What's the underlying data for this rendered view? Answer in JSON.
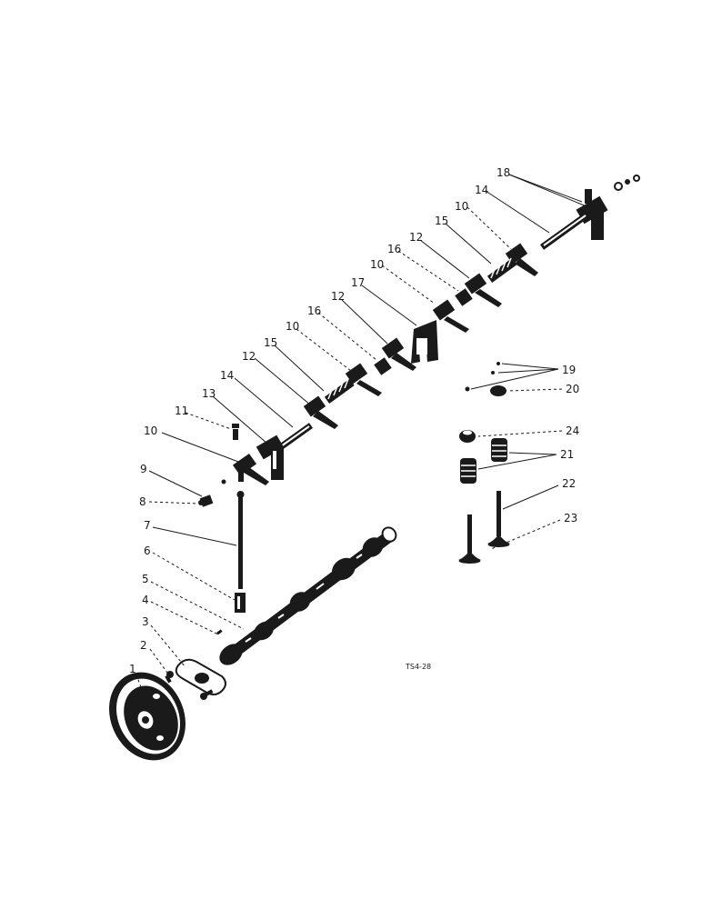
{
  "labels": {
    "n1": "1",
    "n2": "2",
    "n3": "3",
    "n4": "4",
    "n5": "5",
    "n6": "6",
    "n7": "7",
    "n8": "8",
    "n9": "9",
    "n10a": "10",
    "n11": "11",
    "n13": "13",
    "n14a": "14",
    "n12a": "12",
    "n15a": "15",
    "n10b": "10",
    "n16a": "16",
    "n12b": "12",
    "n17": "17",
    "n10c": "10",
    "n16b": "16",
    "n12c": "12",
    "n15b": "15",
    "n10d": "10",
    "n14b": "14",
    "n18": "18",
    "n19": "19",
    "n20": "20",
    "n24": "24",
    "n21": "21",
    "n22": "22",
    "n23": "23"
  },
  "figure_code": "TS4-28"
}
